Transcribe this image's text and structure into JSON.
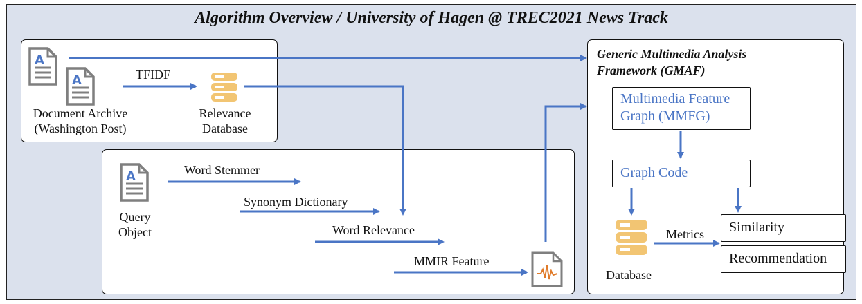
{
  "title": "Algorithm Overview / University of Hagen @ TREC2021 News Track",
  "archive": {
    "line1": "Document Archive",
    "line2": "(Washington Post)"
  },
  "tfidf": "TFIDF",
  "relevance_db": {
    "line1": "Relevance",
    "line2": "Database"
  },
  "query": {
    "line1": "Query",
    "line2": "Object"
  },
  "steps": {
    "stemmer": "Word Stemmer",
    "synonym": "Synonym Dictionary",
    "relevance": "Word Relevance",
    "mmir": "MMIR Feature"
  },
  "gmaf": {
    "title_line1": "Generic Multimedia Analysis",
    "title_line2": "Framework (GMAF)",
    "mmfg_line1": "Multimedia Feature",
    "mmfg_line2": "Graph (MMFG)",
    "graph_code": "Graph Code",
    "database": "Database",
    "metrics": "Metrics",
    "similarity": "Similarity",
    "recommendation": "Recommendation"
  },
  "colors": {
    "arrow": "#4a75c5",
    "db": "#f2c573",
    "doc": "#7f7f7f",
    "accent": "#4a75c5",
    "signal": "#e07b2a"
  }
}
